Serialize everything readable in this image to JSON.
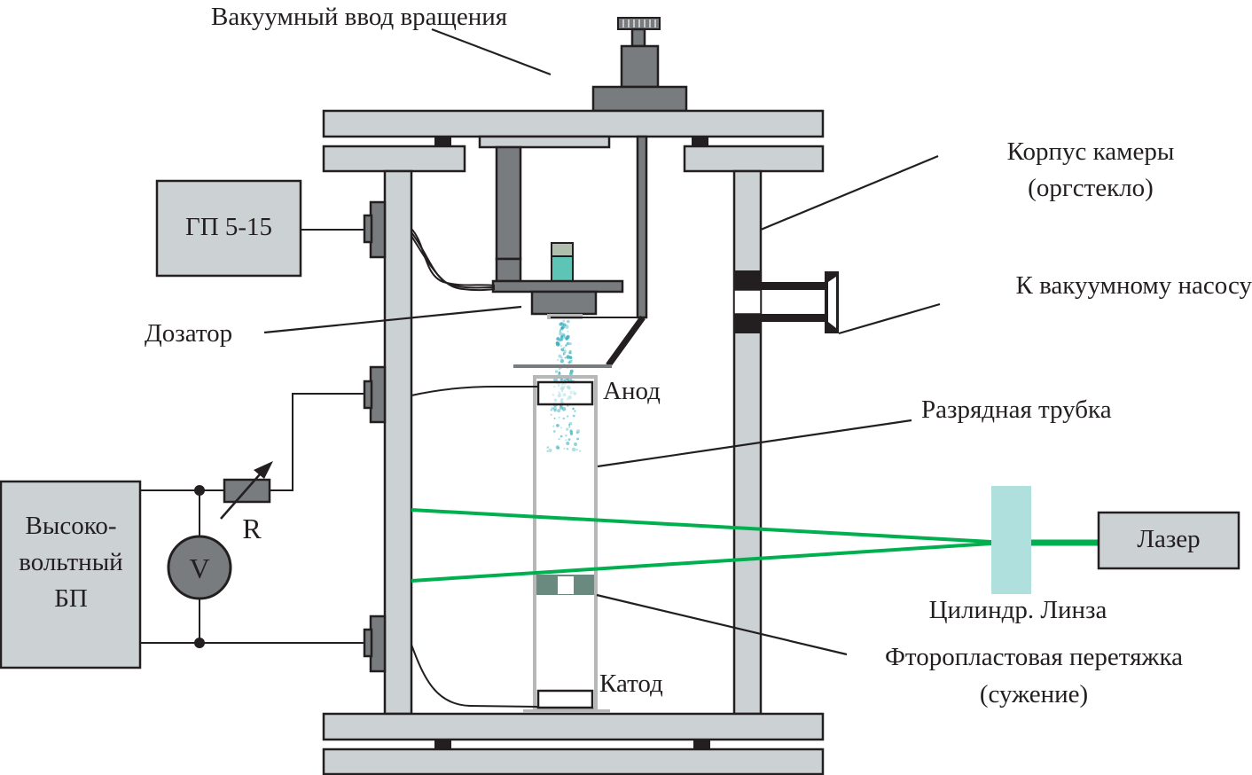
{
  "figure": {
    "type": "experimental-setup-schematic",
    "colors": {
      "plate": "#ccd1d3",
      "metal_dark": "#787c7e",
      "outline": "#231f20",
      "laser_beam": "#00b04f",
      "lens": "#afe0de",
      "liquid": "#5ec4b6",
      "liquid_cap": "#b0bfad",
      "constriction": "#6a8a80",
      "tube": "#b5b7b9",
      "droplets": "#3bb2bf"
    }
  },
  "labels": {
    "rotary_feedthrough": "Вакуумный ввод вращения",
    "chamber_body_line1": "Корпус камеры",
    "chamber_body_line2": "(оргстекло)",
    "generator": "ГП 5-15",
    "dispenser": "Дозатор",
    "vacuum_pump": "К вакуумному насосу",
    "anode": "Анод",
    "discharge_tube": "Разрядная трубка",
    "hv_supply_line1": "Высоко-",
    "hv_supply_line2": "вольтный",
    "hv_supply_line3": "БП",
    "resistor": "R",
    "voltmeter": "V",
    "laser": "Лазер",
    "cyl_lens": "Цилиндр. Линза",
    "constriction_line1": "Фторопластовая перетяжка",
    "constriction_line2": "(сужение)",
    "cathode": "Катод"
  }
}
